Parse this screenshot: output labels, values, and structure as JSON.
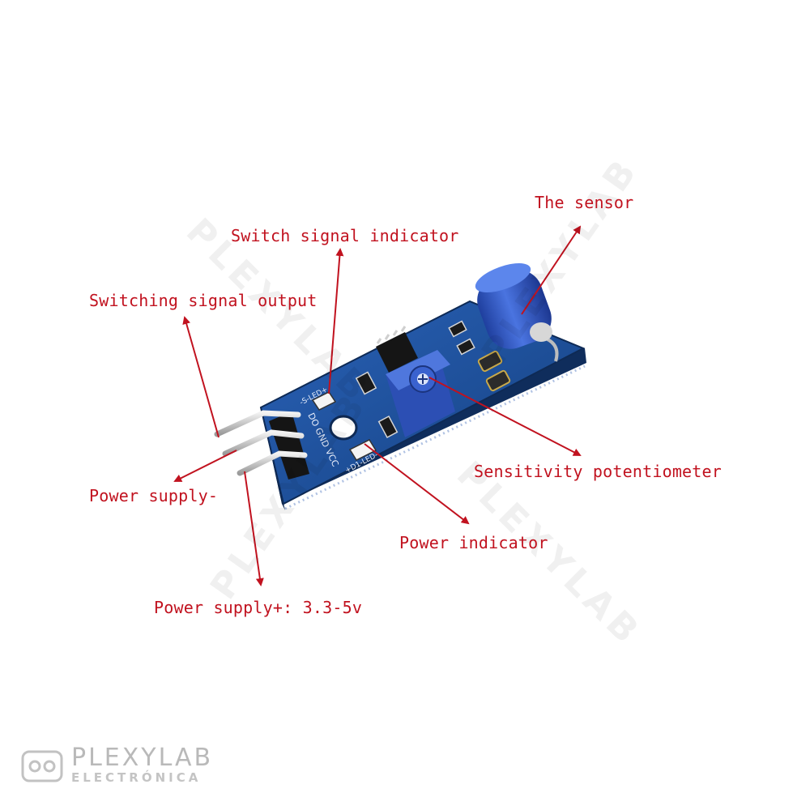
{
  "labels": {
    "sensor": "The sensor",
    "switch_indicator": "Switch signal indicator",
    "signal_output": "Switching signal output",
    "sensitivity_pot": "Sensitivity potentiometer",
    "power_minus": "Power supply-",
    "power_indicator": "Power indicator",
    "power_plus": "Power supply+: 3.3-5v"
  },
  "silkscreen": {
    "pins": "DO GND VCC",
    "led_top": "-S-LED+",
    "led_bottom": "+D1-LED-"
  },
  "watermark": {
    "text": "PLEXYLAB",
    "brand_top": "PLEXYLAB",
    "brand_bottom": "ELECTRÓNICA"
  },
  "colors": {
    "annotation": "#c1121f",
    "pcb": "#1d4f9c",
    "sensor_body": "#2f58c7",
    "potentiometer": "#3057c4"
  }
}
